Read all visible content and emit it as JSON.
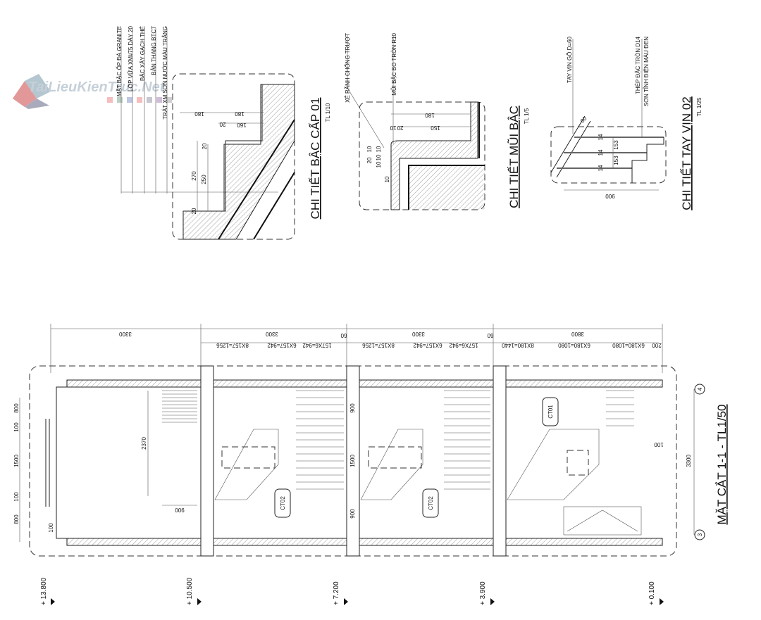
{
  "logo": {
    "text": "TaiLieuKienTruc.Net"
  },
  "detail1": {
    "title": "CHI TIẾT BẬC CẤP 01",
    "scale": "TL 1/10",
    "notes": [
      "MẶT BẬC ỐP ĐÁ GRANITE",
      "LỚP VỮA XM#75 DÀY 20",
      "BẬC XÂY GẠCH THẺ",
      "BẢN THANG BTCT",
      "TRÁT XM SƠN NƯỚC MÀU TRẮNG"
    ],
    "dims": [
      "180",
      "180",
      "20",
      "160",
      "20",
      "270",
      "250",
      "20"
    ]
  },
  "detail2": {
    "title": "CHI TIẾT MŨI BẬC",
    "scale": "TL 1/5",
    "notes": [
      "XẺ RÃNH CHỐNG TRƯỢT",
      "MŨI BẬC BO TRÒN R10"
    ],
    "dims": [
      "180",
      "10",
      "20",
      "150",
      "10",
      "20",
      "10",
      "10",
      "10",
      "10"
    ]
  },
  "detail3": {
    "title": "CHI TIẾT TAY VỊN 02",
    "scale": "TL 1/25",
    "notes": [
      "TAY VỊN GỖ D=60",
      "THÉP ĐẶC TRÒN D14",
      "SƠN TĨNH ĐIỆN MÀU ĐEN"
    ],
    "dims": [
      "14",
      "14",
      "14",
      "153",
      "153",
      "900",
      "60"
    ]
  },
  "section": {
    "title": "MẶT CẮT 1-1 - TL1/50",
    "top_dims": [
      "3300",
      "3300",
      "3300",
      "3800"
    ],
    "sub_dims": [
      "8X157=1256",
      "6X157=942",
      "157X6=942",
      "60",
      "8X157=1256",
      "6X157=942",
      "157X6=942",
      "60",
      "8X180=1440",
      "6X180=1080",
      "6X180=1080",
      "200"
    ],
    "left_dims": [
      "800",
      "100",
      "1500",
      "100",
      "800"
    ],
    "right_dim": "3300",
    "inner_dims": [
      "2370",
      "900",
      "900",
      "1500",
      "900",
      "100",
      "100"
    ],
    "tags": [
      "CT02",
      "CT02",
      "CT01"
    ],
    "axes": [
      "4",
      "3"
    ],
    "levels": [
      "+ 13.800",
      "+ 10.500",
      "+ 7.200",
      "+ 3.900",
      "+ 0.100"
    ]
  }
}
